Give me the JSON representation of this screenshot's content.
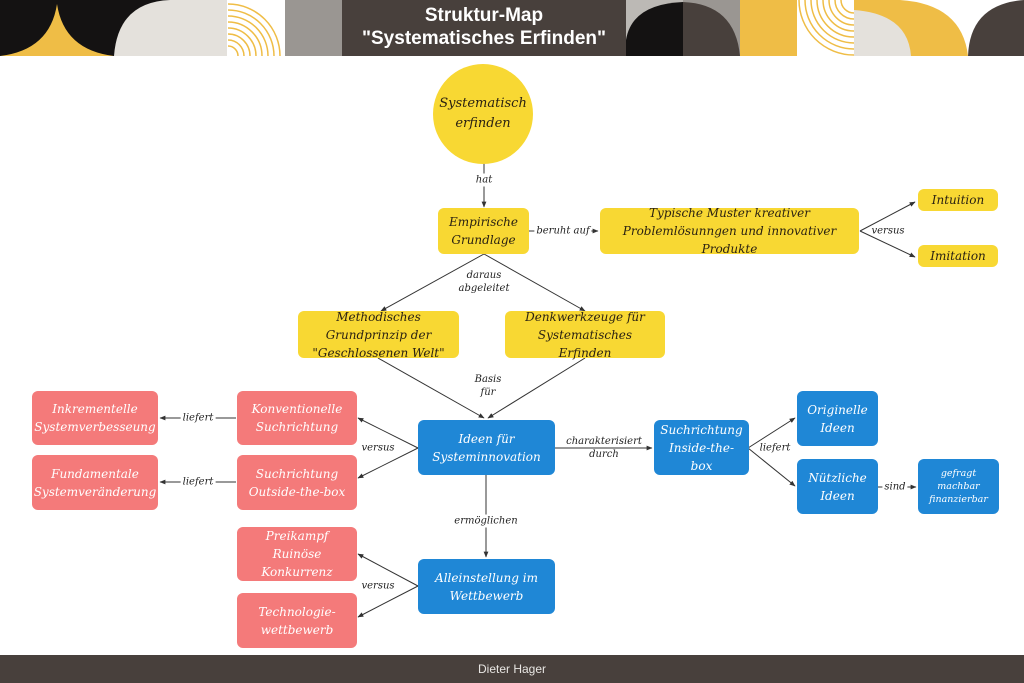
{
  "header": {
    "title_line1": "Struktur-Map",
    "title_line2": "\"Systematisches Erfinden\"",
    "colors": {
      "dark": "#141212",
      "brown": "#48403c",
      "gray": "#9a9692",
      "light": "#e4e1dc",
      "yellow": "#efbd46"
    }
  },
  "footer": {
    "author": "Dieter Hager"
  },
  "colors": {
    "yellow_node": "#f8d833",
    "red_node": "#f47a7a",
    "blue_node": "#1f87d6",
    "edge": "#333333"
  },
  "nodes": {
    "systematisch_erfinden": "Systematisch erfinden",
    "empirische_grundlage": "Empirische Grundlage",
    "typische_muster": "Typische Muster kreativer Problemlösunngen und innovativer Produkte",
    "intuition": "Intuition",
    "imitation": "Imitation",
    "methodisches_grundprinzip": "Methodisches Grundprinzip der \"Geschlossenen Welt\"",
    "denkwerkzeuge": "Denkwerkzeuge für Systematisches Erfinden",
    "ideen_systeminnovation": "Ideen für Systeminnovation",
    "konventionelle_suchrichtung": "Konventionelle Suchrichtung",
    "suchrichtung_outside": "Suchrichtung Outside-the-box",
    "inkrementelle": "Inkrementelle Systemverbesseung",
    "fundamentale": "Fundamentale Systemveränderung",
    "suchrichtung_inside": "Suchrichtung Inside-the-box",
    "originelle_ideen": "Originelle Ideen",
    "nuetzliche_ideen": "Nützliche Ideen",
    "gefragt": "gefragt machbar finanzierbar",
    "alleinstellung": "Alleinstellung  im Wettbewerb",
    "preiskampf": "Preikampf Ruinöse Konkurrenz",
    "technologie": "Technologie-wettbewerb"
  },
  "edge_labels": {
    "hat": "hat",
    "beruht_auf": "beruht auf",
    "versus_top": "versus",
    "daraus_abgeleitet": "daraus abgeleitet",
    "basis_fuer": "Basis für",
    "versus_left": "versus",
    "liefert_1": "liefert",
    "liefert_2": "liefert",
    "charakterisiert_durch": "charakterisiert durch",
    "liefert_right": "liefert",
    "sind": "sind",
    "ermoeglichen": "ermöglichen",
    "versus_bottom": "versus"
  }
}
